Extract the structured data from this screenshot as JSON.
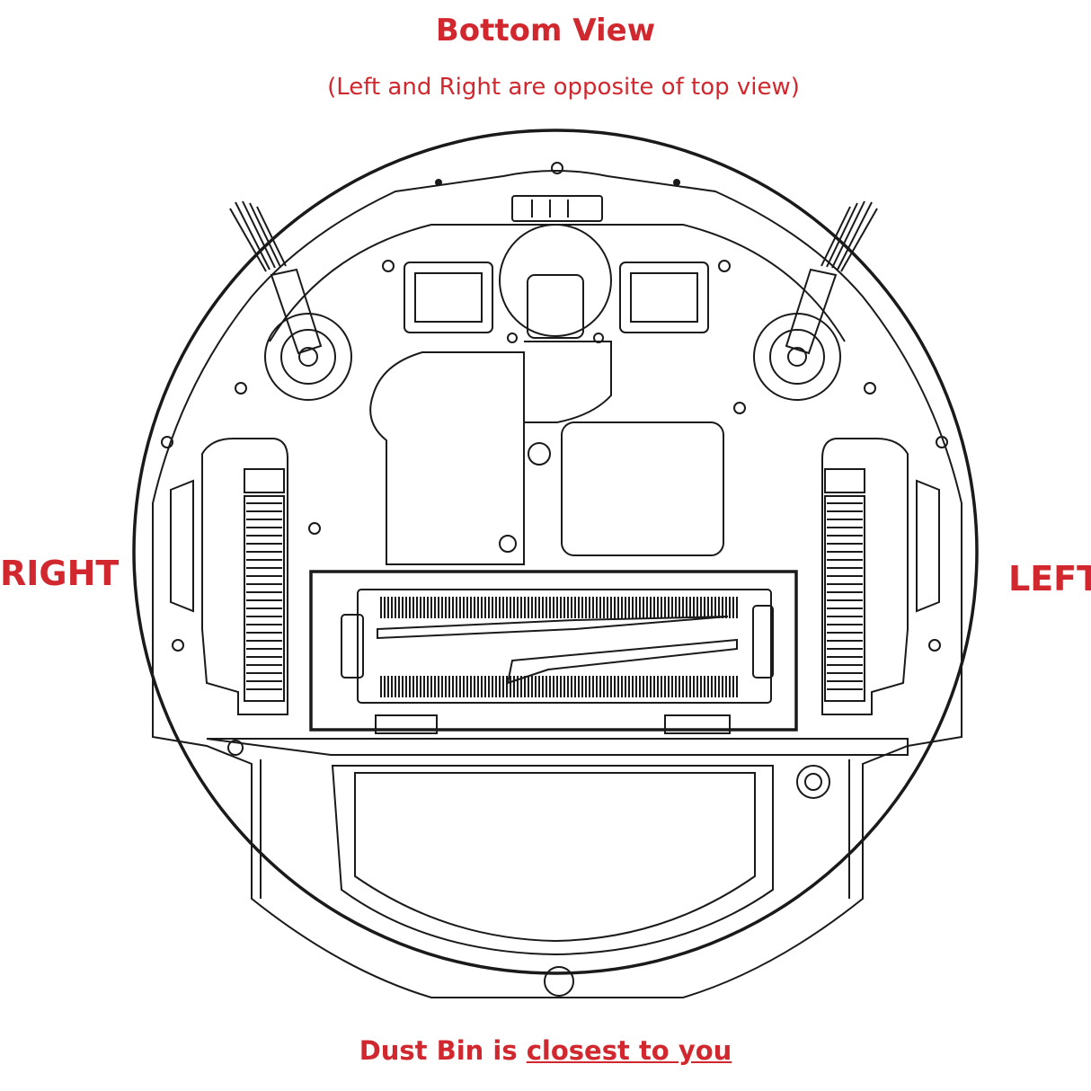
{
  "title": "Bottom View",
  "subtitle": "(Left and Right are opposite of top view)",
  "side_labels": {
    "right": "RIGHT",
    "left": "LEFT"
  },
  "caption": {
    "prefix": "Dust Bin is",
    "emphasis": "closest to you"
  },
  "colors": {
    "label_red": "#d0282e",
    "line": "#1a1a1a",
    "background": "#ffffff"
  }
}
